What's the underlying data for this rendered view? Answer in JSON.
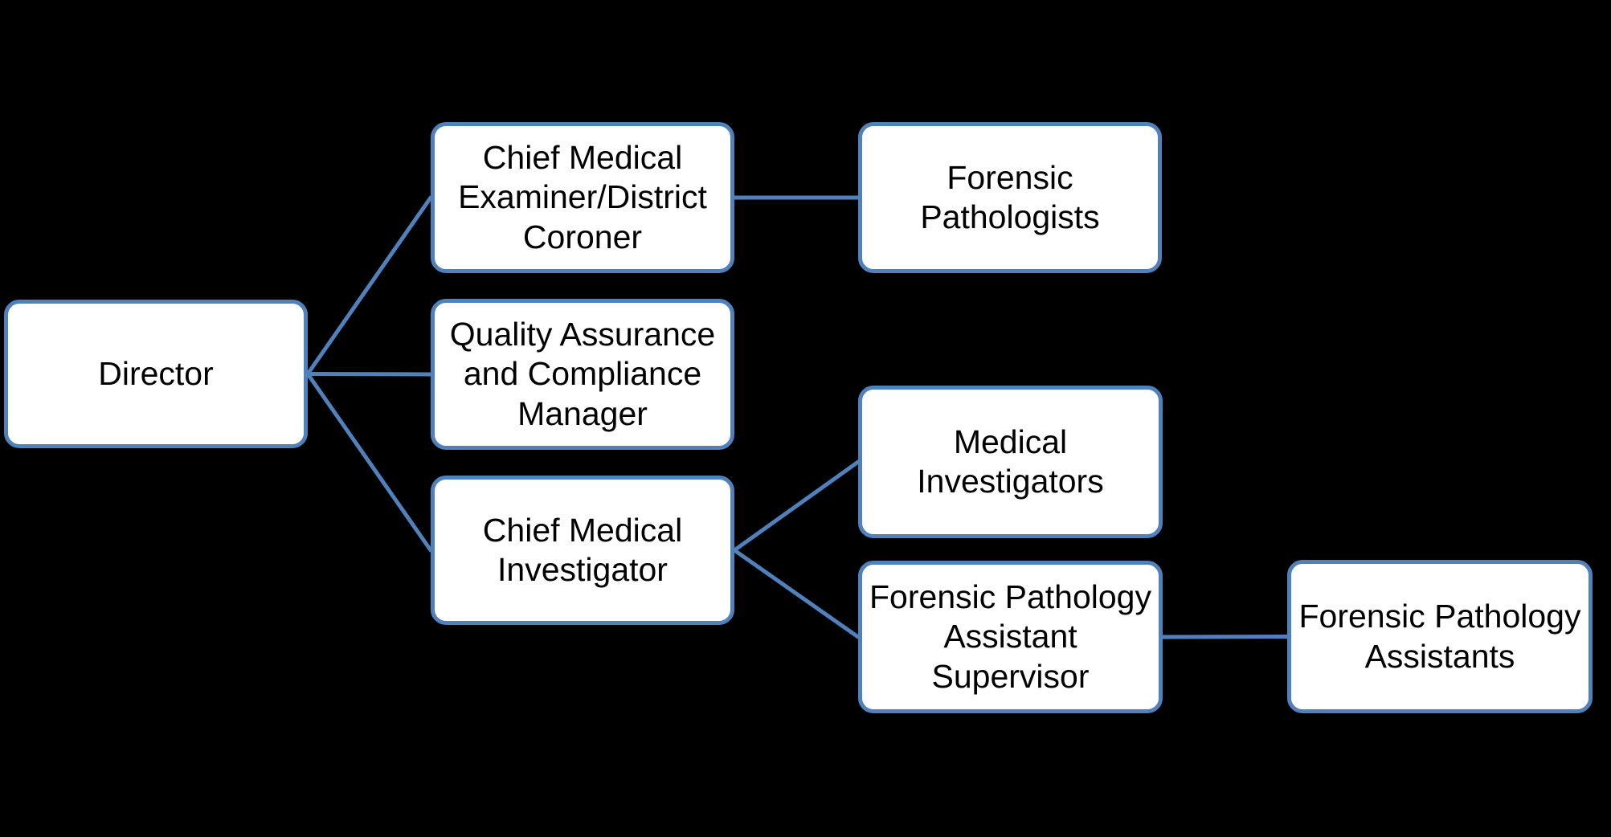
{
  "diagram": {
    "type": "org-chart",
    "colors": {
      "background": "#000000",
      "node_fill": "#FFFFFF",
      "accent": "#4F81BD",
      "text": "#000000"
    },
    "connector_stroke_width": 5,
    "nodes": [
      {
        "id": "director",
        "label": "Director"
      },
      {
        "id": "chief-medical-examiner",
        "label": "Chief Medical\nExaminer/District\nCoroner"
      },
      {
        "id": "forensic-pathologists",
        "label": "Forensic\nPathologists"
      },
      {
        "id": "qa-compliance-manager",
        "label": "Quality Assurance\nand Compliance\nManager"
      },
      {
        "id": "chief-medical-investigator",
        "label": "Chief Medical\nInvestigator"
      },
      {
        "id": "medical-investigators",
        "label": "Medical\nInvestigators"
      },
      {
        "id": "fpa-supervisor",
        "label": "Forensic Pathology\nAssistant\nSupervisor"
      },
      {
        "id": "fpa-assistants",
        "label": "Forensic Pathology\nAssistants"
      }
    ],
    "edges": [
      {
        "from": "director",
        "to": "chief-medical-examiner"
      },
      {
        "from": "director",
        "to": "qa-compliance-manager"
      },
      {
        "from": "director",
        "to": "chief-medical-investigator"
      },
      {
        "from": "chief-medical-examiner",
        "to": "forensic-pathologists"
      },
      {
        "from": "chief-medical-investigator",
        "to": "medical-investigators"
      },
      {
        "from": "chief-medical-investigator",
        "to": "fpa-supervisor"
      },
      {
        "from": "fpa-supervisor",
        "to": "fpa-assistants"
      }
    ]
  }
}
